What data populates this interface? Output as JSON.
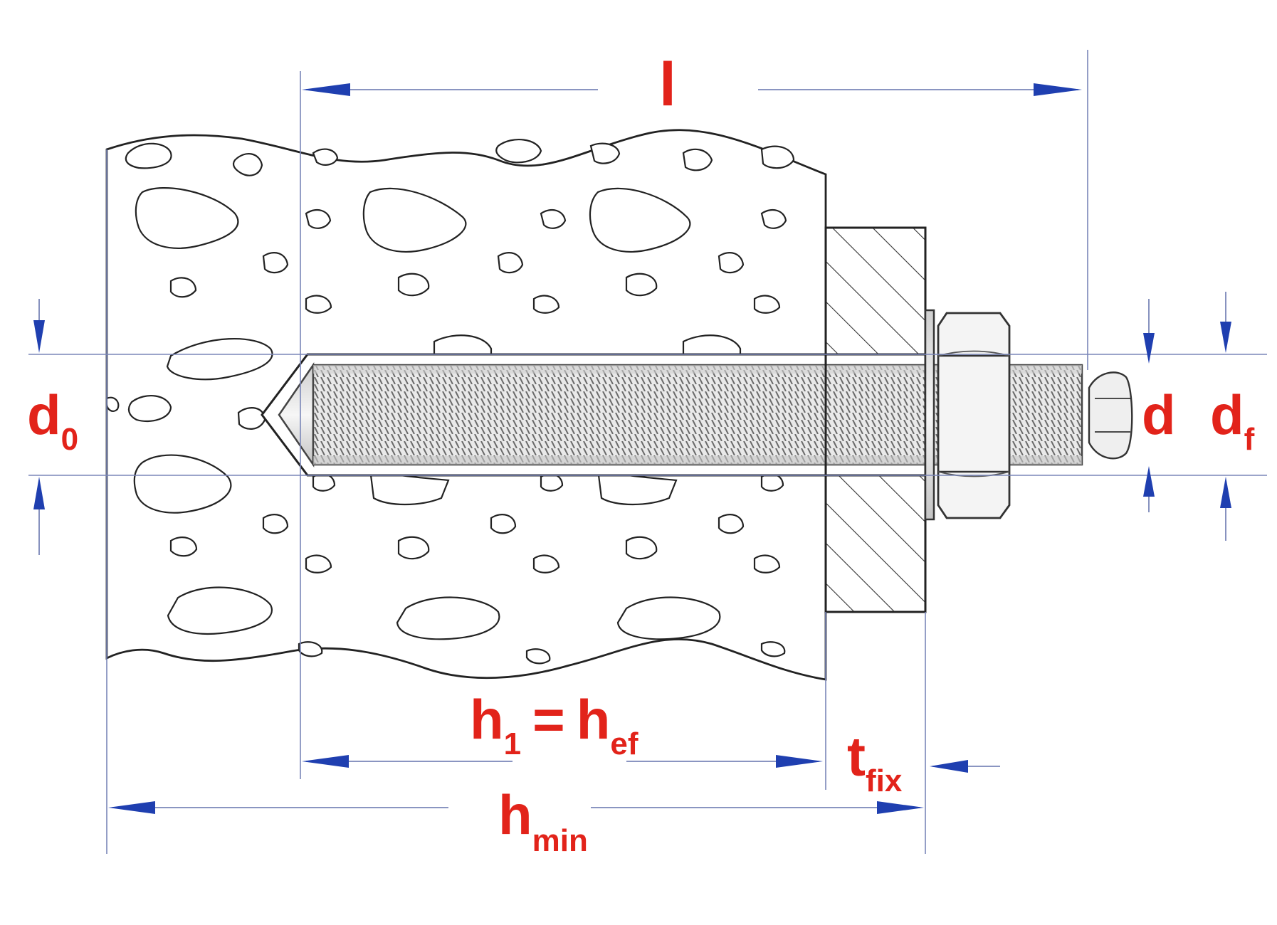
{
  "labels": {
    "l": "l",
    "d0": {
      "main": "d",
      "sub": "0"
    },
    "d": "d",
    "df": {
      "main": "d",
      "sub": "f"
    },
    "h1": {
      "main": "h",
      "sub": "1"
    },
    "equals": "=",
    "hef": {
      "main": "h",
      "sub": "ef"
    },
    "tfix": {
      "main": "t",
      "sub": "fix"
    },
    "hmin": {
      "main": "h",
      "sub": "min"
    }
  },
  "colors": {
    "label": "#e2231a",
    "dimension_line": "#7a86b8",
    "arrow": "#1f3fb0",
    "outline": "#222222"
  }
}
